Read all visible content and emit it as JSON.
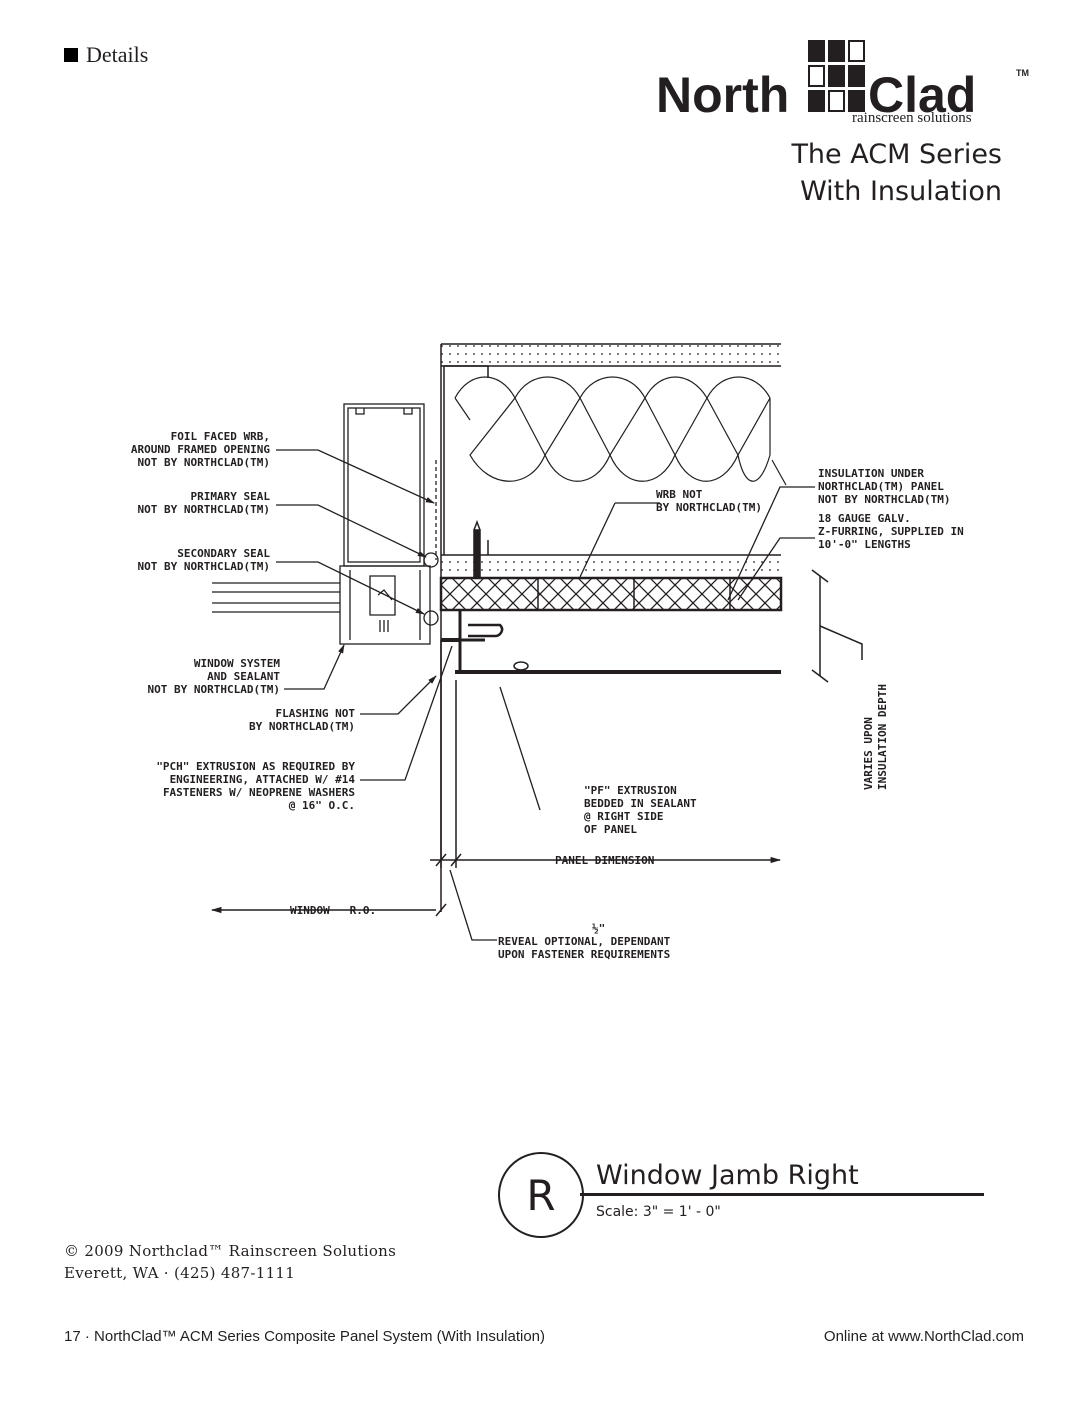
{
  "header": {
    "section_label": "Details",
    "logo": {
      "word_left": "North",
      "word_right": "Clad",
      "trademark": "TM",
      "tagline": "rainscreen solutions"
    },
    "series_title_line1": "The ACM Series",
    "series_title_line2": "With Insulation"
  },
  "drawing": {
    "callouts": {
      "foil_wrb": [
        "FOIL FACED WRB,",
        "AROUND FRAMED OPENING",
        "NOT BY NORTHCLAD(TM)"
      ],
      "primary_seal": [
        "PRIMARY SEAL",
        "NOT BY NORTHCLAD(TM)"
      ],
      "secondary_seal": [
        "SECONDARY SEAL",
        "NOT BY NORTHCLAD(TM)"
      ],
      "window_system": [
        "WINDOW SYSTEM",
        "AND SEALANT",
        "NOT BY NORTHCLAD(TM)"
      ],
      "flashing": [
        "FLASHING NOT",
        "BY NORTHCLAD(TM)"
      ],
      "pch_extrusion": [
        "\"PCH\" EXTRUSION AS REQUIRED BY",
        "ENGINEERING, ATTACHED W/ #14",
        "FASTENERS W/ NEOPRENE WASHERS",
        "@ 16\" O.C."
      ],
      "wrb_not": [
        "WRB NOT",
        "BY NORTHCLAD(TM)"
      ],
      "insulation_under": [
        "INSULATION UNDER",
        "NORTHCLAD(TM) PANEL",
        "NOT BY NORTHCLAD(TM)"
      ],
      "z_furring": [
        "18 GAUGE GALV.",
        "Z-FURRING, SUPPLIED IN",
        "10'-0\" LENGTHS"
      ],
      "varies": [
        "VARIES UPON",
        "INSULATION DEPTH"
      ],
      "pf_extrusion": [
        "\"PF\" EXTRUSION",
        "BEDDED IN SEALANT",
        "@ RIGHT SIDE",
        "OF PANEL"
      ],
      "panel_dimension": "PANEL DIMENSION",
      "window_ro": "WINDOW   R.O.",
      "reveal_fraction": "½\"",
      "reveal": [
        "REVEAL OPTIONAL, DEPENDANT",
        "UPON FASTENER REQUIREMENTS"
      ]
    }
  },
  "title_block": {
    "detail_letter": "R",
    "title": "Window Jamb Right",
    "scale": "Scale: 3\" = 1' - 0\""
  },
  "copyright": {
    "line1": "© 2009 Northclad™ Rainscreen Solutions",
    "line2": "Everett, WA · (425) 487-1111"
  },
  "footer": {
    "left": "17 · NorthClad™ ACM Series Composite Panel System (With Insulation)",
    "right": "Online at www.NorthClad.com"
  }
}
